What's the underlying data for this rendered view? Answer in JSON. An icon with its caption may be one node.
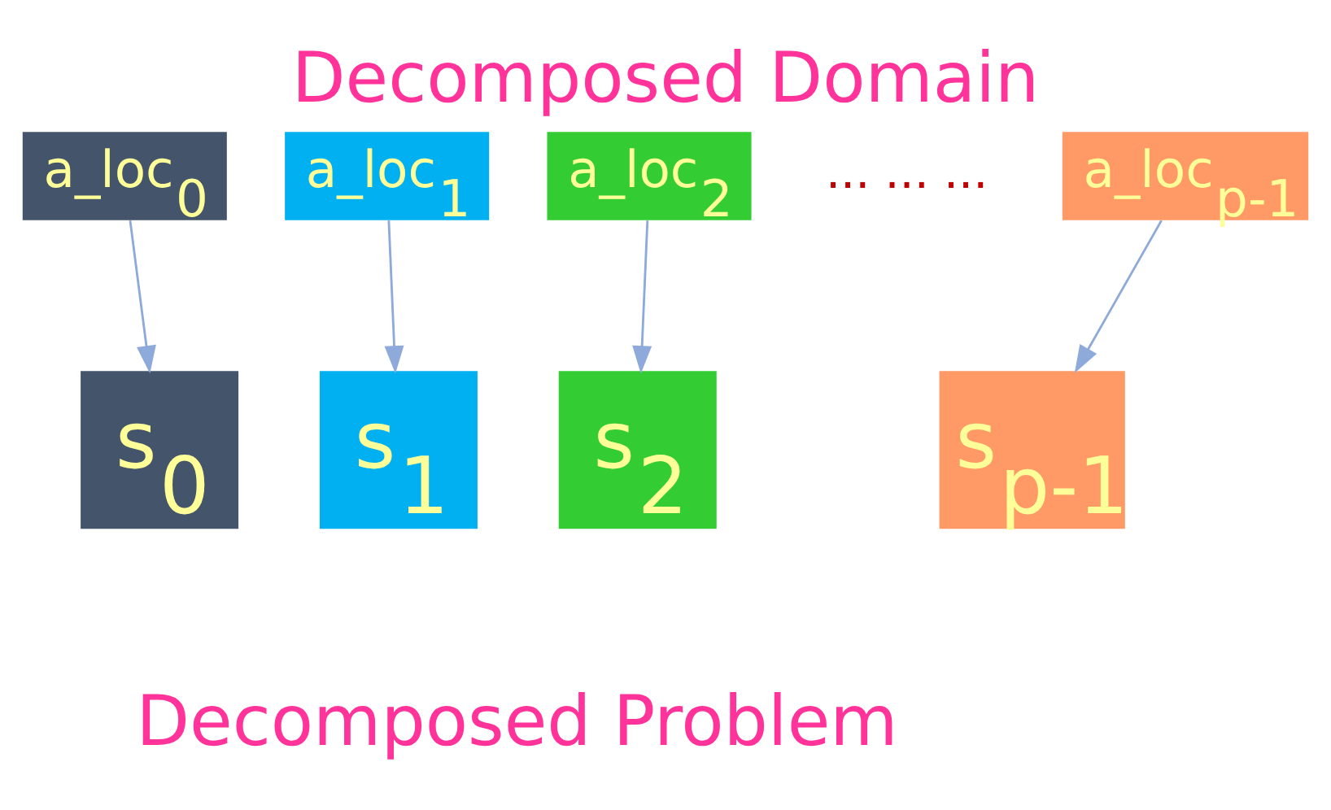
{
  "diagram": {
    "title": "Decomposed Domain",
    "caption": "Decomposed Problem",
    "nodes": [
      {
        "text": [
          "a_loc$_{0}$"
        ]
      },
      {
        "text": [
          "a_loc$_{1}$"
        ]
      },
      {
        "text": [
          "a_loc$_{2}$"
        ]
      },
      {
        "text": [
          "a_loc$_{p-1}$"
        ]
      },
      {
        "text": [
          "s$_{0}$"
        ]
      },
      {
        "text": [
          "s$_{1}$"
        ]
      },
      {
        "text": [
          "s$_{2}$"
        ]
      },
      {
        "text": [
          "s$_{p-1}$"
        ]
      }
    ],
    "edges": [
      {
        "from": 0,
        "to": 4,
        "arrow": "to"
      },
      {
        "from": 1,
        "to": 5,
        "arrow": "to"
      },
      {
        "from": 2,
        "to": 6,
        "arrow": "to"
      },
      {
        "from": 3,
        "to": 7,
        "arrow": "to"
      }
    ],
    "labels": [
      "... ... ..."
    ]
  }
}
